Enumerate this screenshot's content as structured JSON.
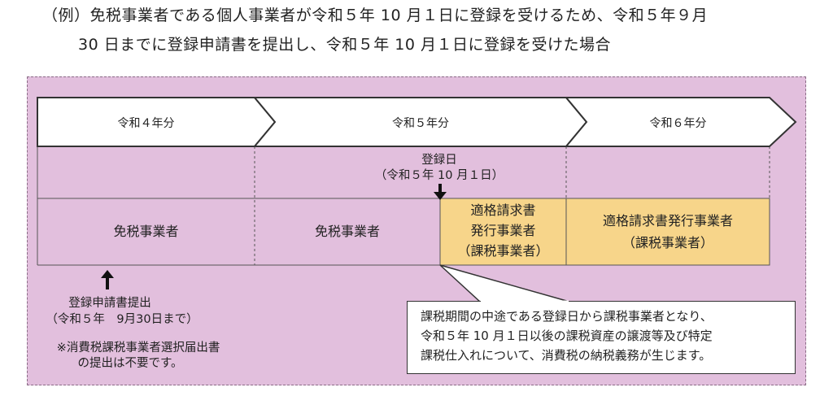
{
  "header": {
    "line1": "（例）免税事業者である個人事業者が令和５年 10 月１日に登録を受けるため、令和５年９月",
    "line2": "30 日までに登録申請書を提出し、令和５年 10 月１日に登録を受けた場合"
  },
  "timeline": {
    "year4": "令和４年分",
    "year5": "令和５年分",
    "year6": "令和６年分"
  },
  "registration_date": {
    "label": "登録日",
    "date": "（令和５年 10 月１日）"
  },
  "boxes": {
    "y4_status": "免税事業者",
    "y5_before": "免税事業者",
    "y5_after_line1": "適格請求書",
    "y5_after_line2": "発行事業者",
    "y5_after_line3": "（課税事業者）",
    "y6_line1": "適格請求書発行事業者",
    "y6_line2": "（課税事業者）"
  },
  "application": {
    "line1": "登録申請書提出",
    "line2": "（令和５年　9月30日まで）",
    "note1": "※消費税課税事業者選択届出書",
    "note2": "の提出は不要です。"
  },
  "callout": {
    "line1": "課税期間の中途である登録日から課税事業者となり、",
    "line2": "令和５年 10 月１日以後の課税資産の譲渡等及び特定",
    "line3": "課税仕入れについて、消費税の納税義務が生じます。"
  },
  "colors": {
    "panel": "#e2bfdd",
    "highlight": "#f7d58a",
    "arrow_fill": "#ffffff",
    "line": "#333333"
  }
}
